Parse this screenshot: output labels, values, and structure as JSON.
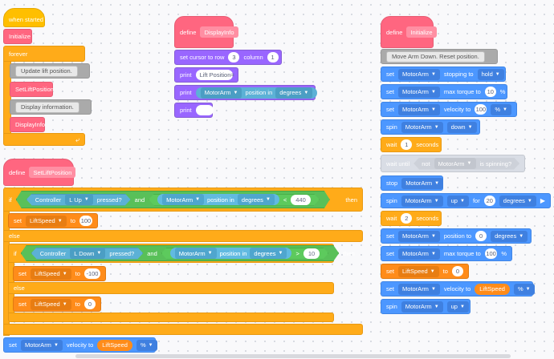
{
  "script1": {
    "when_started": "when started",
    "initialize": "Initialize",
    "forever": "forever",
    "comment_update": "Update lift position.",
    "set_lift_position": "SetLiftPosition",
    "comment_display": "Display information.",
    "display_info": "DisplayInfo"
  },
  "script2": {
    "define": "define",
    "name": "DisplayInfo",
    "set_cursor": "set cursor to row",
    "row": "3",
    "column_label": "column",
    "column": "1",
    "print1": "print",
    "print1_text": "Lift Position=",
    "print2": "print",
    "motor": "MotorArm",
    "position_in": "position in",
    "degrees": "degrees",
    "print3": "print",
    "print3_text": ""
  },
  "script3": {
    "define": "define",
    "name": "SetLiftPosition",
    "if": "if",
    "then": "then",
    "else": "else",
    "controller": "Controller",
    "l_up": "L Up",
    "pressed": "pressed?",
    "and": "and",
    "motor": "MotorArm",
    "position_in": "position in",
    "degrees": "degrees",
    "lt": "<",
    "val440": "440",
    "set": "set",
    "lift_speed": "LiftSpeed",
    "to": "to",
    "val100": "100",
    "l_down": "L Down",
    "gt": ">",
    "val10": "10",
    "valneg100": "-100",
    "val0": "0",
    "velocity_to": "velocity to",
    "percent": "%"
  },
  "script4": {
    "define": "define",
    "name": "Initialize",
    "comment": "Move Arm Down.  Reset position.",
    "set": "set",
    "motor": "MotorArm",
    "stopping_to": "stopping to",
    "hold": "hold",
    "max_torque_to": "max torque to",
    "val10": "10",
    "percent": "%",
    "velocity_to": "velocity to",
    "val100": "100",
    "spin": "spin",
    "down": "down",
    "up": "up",
    "wait": "wait",
    "val1": "1",
    "seconds": "seconds",
    "wait_until": "wait until",
    "not": "not",
    "is_spinning": "is spinning?",
    "stop": "stop",
    "for": "for",
    "val20": "20",
    "degrees": "degrees",
    "val2": "2",
    "position_to": "position to",
    "val0": "0",
    "lift_speed": "LiftSpeed",
    "to": "to"
  }
}
